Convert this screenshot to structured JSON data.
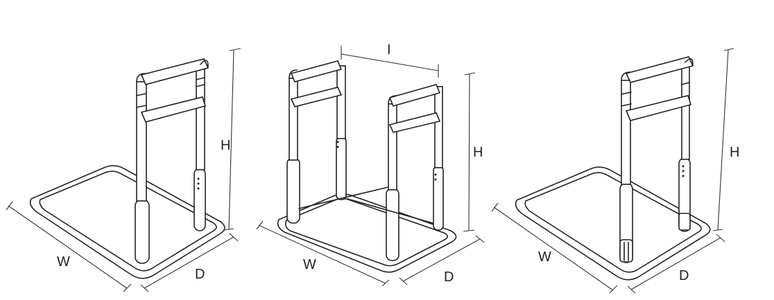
{
  "figures": [
    {
      "id": "single-left",
      "labels": {
        "width": "W",
        "depth": "D",
        "height": "H"
      }
    },
    {
      "id": "double-center",
      "labels": {
        "width": "W",
        "depth": "D",
        "height": "H",
        "interval": "I"
      }
    },
    {
      "id": "single-right",
      "labels": {
        "width": "W",
        "depth": "D",
        "height": "H"
      }
    }
  ]
}
